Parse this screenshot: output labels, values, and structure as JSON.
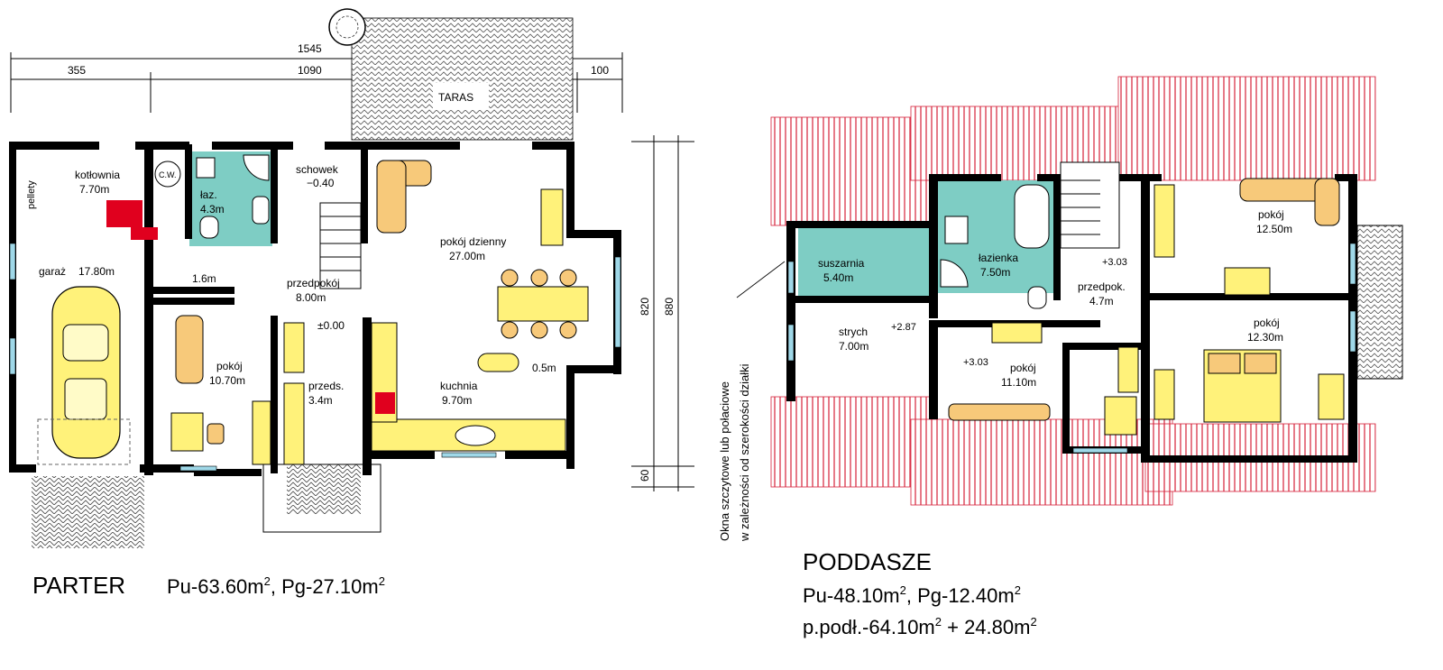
{
  "colors": {
    "teal": "#7ecdc4",
    "yellow": "#fff27a",
    "sofa": "#f7c97a",
    "roof": "#d6213a",
    "heater": "#e0001e",
    "window": "#9fd8e8"
  },
  "parter": {
    "title": "PARTER",
    "areas_prefix": "Pu-63.60m",
    "areas_mid": ", Pg-27.10m",
    "sup": "2",
    "dim_total": "1545",
    "dim_left": "355",
    "dim_mid": "1090",
    "dim_right": "100",
    "dim_v1": "820",
    "dim_v2": "880",
    "dim_v3": "60",
    "taras": "TARAS",
    "rooms": {
      "kotlownia_name": "kotłownia",
      "kotlownia_area": "7.70m",
      "pellety": "pellety",
      "cw": "C.W.",
      "laz_name": "łaz.",
      "laz_area": "4.3m",
      "schowek_name": "schowek",
      "schowek_level": "−0.40",
      "dzienny_name": "pokój dzienny",
      "dzienny_area": "27.00m",
      "garaz_name": "garaż",
      "garaz_area": "17.80m",
      "hall_area": "1.6m",
      "przedpokoj_name": "przedpokój",
      "przedpokoj_area": "8.00m",
      "pokoj_name": "pokój",
      "pokoj_area": "10.70m",
      "level_zero": "±0.00",
      "przeds_name": "przeds.",
      "przeds_area": "3.4m",
      "kuchnia_name": "kuchnia",
      "kuchnia_area": "9.70m",
      "spiżarka_area": "0.5m"
    }
  },
  "poddasze": {
    "title": "PODDASZE",
    "line1_a": "Pu-48.10m",
    "line1_b": ", Pg-12.40m",
    "line2_a": "p.podł.-64.10m",
    "line2_b": " + 24.80m",
    "sup": "2",
    "vertical_note_1": "Okna szczytowe lub połaciowe",
    "vertical_note_2": "w zależności od szerokości działki",
    "rooms": {
      "suszarnia_name": "suszarnia",
      "suszarnia_area": "5.40m",
      "lazienka_name": "łazienka",
      "lazienka_area": "7.50m",
      "pokoj1_name": "pokój",
      "pokoj1_area": "12.50m",
      "pokoj2_name": "pokój",
      "pokoj2_area": "12.30m",
      "przedpok_name": "przedpok.",
      "przedpok_area": "4.7m",
      "level_a": "+3.03",
      "strych_name": "strych",
      "strych_area": "7.00m",
      "level_b": "+2.87",
      "level_c": "+3.03",
      "pokoj3_name": "pokój",
      "pokoj3_area": "11.10m"
    }
  }
}
